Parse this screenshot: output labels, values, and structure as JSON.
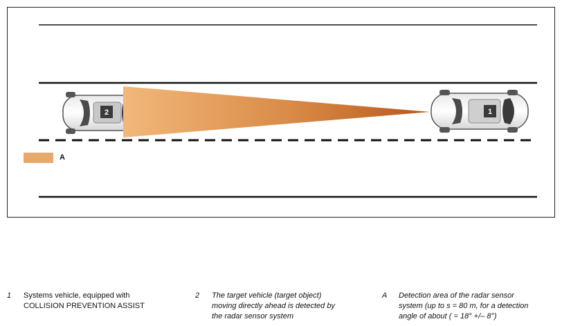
{
  "figure": {
    "vehicle_1_label": "1",
    "vehicle_2_label": "2",
    "legend_key": "A",
    "detection_color": "#e6a86b"
  },
  "captions": [
    {
      "num": "1",
      "text": "Systems vehicle, equipped with\nCOLLISION PREVENTION ASSIST"
    },
    {
      "num": "2",
      "text": "The target vehicle (target object)\nmoving directly ahead is detected by\nthe radar sensor system"
    },
    {
      "num": "A",
      "text": "Detection area of the radar sensor\nsystem (up to s = 80 m, for a detection\nangle of about   (  = 18° +/– 8°)"
    }
  ]
}
